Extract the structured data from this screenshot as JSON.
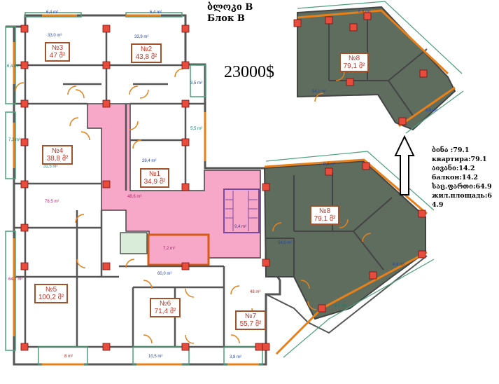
{
  "header": {
    "title_georgian": "ბლოკი B",
    "title_russian": "Блок В",
    "price": "23000$"
  },
  "units": [
    {
      "label": "№3",
      "area": "47 მ²"
    },
    {
      "label": "№2",
      "area": "43,8 მ²"
    },
    {
      "label": "№4",
      "area": "38,8 მ²"
    },
    {
      "label": "№1",
      "area": "34,9 მ²"
    },
    {
      "label": "№8",
      "area": "79,1 მ²"
    },
    {
      "label": "№5",
      "area": "100,2 მ²"
    },
    {
      "label": "№6",
      "area": "71,4 მ²"
    },
    {
      "label": "№7",
      "area": "55,7 მ²"
    }
  ],
  "inset_unit": {
    "label": "№8",
    "area": "79,1 მ²"
  },
  "room_areas": [
    "6,4 m²",
    "6,4 m²",
    "33,0 m²",
    "33,9 m²",
    "6,4 m²",
    "3,5 m²",
    "7,3 m²",
    "31,5 m²",
    "5,5 m²",
    "29,4 m²",
    "48,6 m²",
    "78,5 m²",
    "9,4 m²",
    "7,2 m²",
    "60,0 m²",
    "64,7 m²",
    "48 m²",
    "6,1 m²",
    "8 m²",
    "10,5 m²",
    "3,8 m²",
    "8,8 m²",
    "54,0 m²",
    "6,6 m²"
  ],
  "inset_room_areas": [
    "6,8 m²",
    "54,0 m²",
    "6,6 m²"
  ],
  "info_panel": {
    "line1": "ბინა :79.1",
    "line2": "квартира:79.1",
    "line3": "აივანი:14.2",
    "line4": "балкон:14.2",
    "line5": "საც.ფართი:64.9",
    "line6": "жил.площадь:64.9"
  },
  "colors": {
    "background": "#ffffff",
    "selected_apartment": "#5e6d5e",
    "corridor": "#f7a8c8",
    "wall": "#555555",
    "column": "#c0392b",
    "window": "#e8801a",
    "door": "#e8801a",
    "balcony": "#4aa07a",
    "stairs": "#7a4aa0"
  }
}
